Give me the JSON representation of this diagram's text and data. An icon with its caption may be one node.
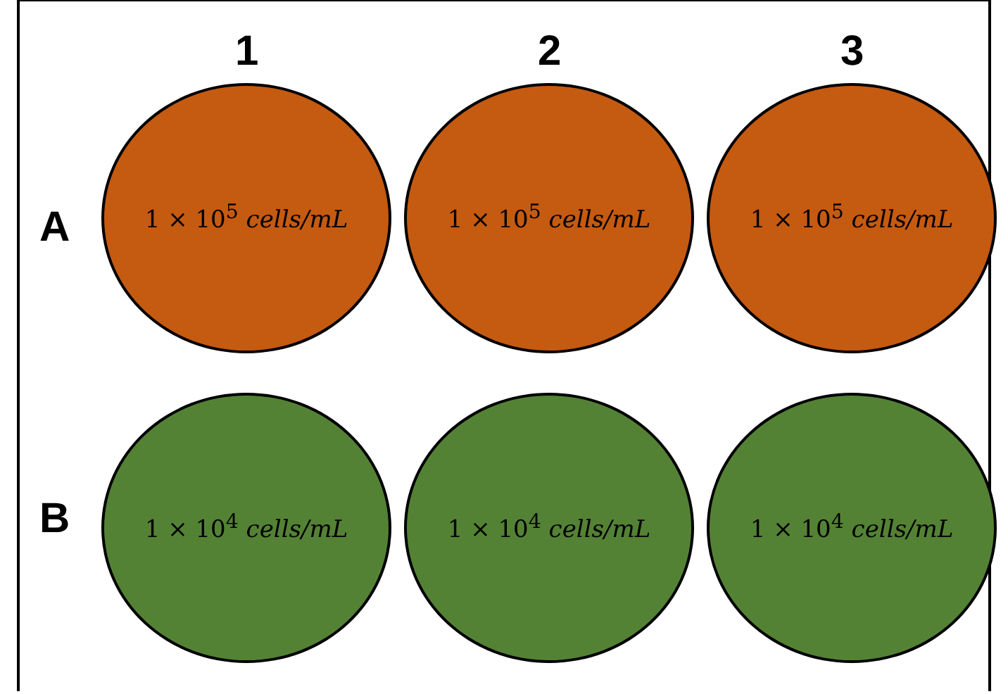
{
  "diagram": {
    "nodes": [
      {
        "text": [
          "1 × 10$^{5}$ *cells/mL*"
        ]
      },
      {
        "text": [
          "1 × 10$^{5}$ *cells/mL*"
        ]
      },
      {
        "text": [
          "1 × 10$^{5}$ *cells/mL*"
        ]
      },
      {
        "text": [
          "1 × 10$^{4}$ *cells/mL*"
        ]
      },
      {
        "text": [
          "1 × 10$^{4}$ *cells/mL*"
        ]
      },
      {
        "text": [
          "1 × 10$^{4}$ *cells/mL*"
        ]
      }
    ],
    "edges": [],
    "labels": [
      "1",
      "2",
      "3",
      "A",
      "B"
    ]
  }
}
